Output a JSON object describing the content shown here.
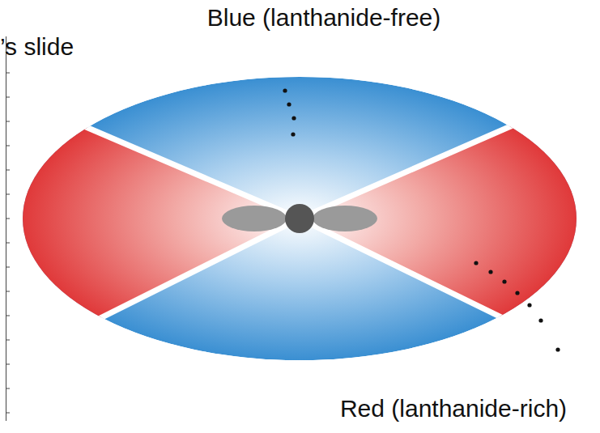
{
  "diagram": {
    "labels": [
      "’s slide",
      "Blue (lanthanide-free)",
      "Red (lanthanide-rich)"
    ]
  }
}
